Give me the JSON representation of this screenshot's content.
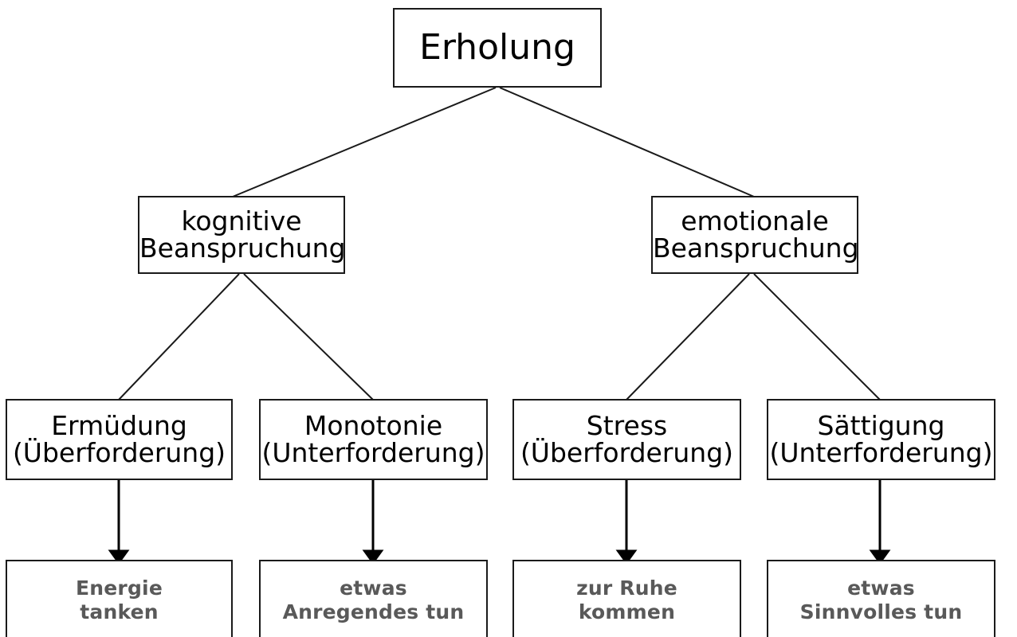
{
  "diagram": {
    "title": "Erholung",
    "background_color": "#ffffff",
    "box_border_color": "#1a1a1a",
    "primary_text_color": "#000000",
    "recommendation_text_color": "#595959",
    "root": {
      "id": "erholung",
      "label": "Erholung"
    },
    "branches": [
      {
        "id": "kognitive",
        "line1": "kognitive",
        "line2": "Beanspruchung"
      },
      {
        "id": "emotionale",
        "line1": "emotionale",
        "line2": "Beanspruchung"
      }
    ],
    "states": [
      {
        "id": "ermuedung",
        "line1": "Ermüdung",
        "line2": "(Überforderung)"
      },
      {
        "id": "monotonie",
        "line1": "Monotonie",
        "line2": "(Unterforderung)"
      },
      {
        "id": "stress",
        "line1": "Stress",
        "line2": "(Überforderung)"
      },
      {
        "id": "saettigung",
        "line1": "Sättigung",
        "line2": "(Unterforderung)"
      }
    ],
    "recommendations": [
      {
        "id": "energie-tanken",
        "line1": "Energie",
        "line2": "tanken"
      },
      {
        "id": "anregendes-tun",
        "line1": "etwas",
        "line2": "Anregendes tun"
      },
      {
        "id": "zur-ruhe-kommen",
        "line1": "zur Ruhe",
        "line2": "kommen"
      },
      {
        "id": "sinnvolles-tun",
        "line1": "etwas",
        "line2": "Sinnvolles tun"
      }
    ]
  }
}
